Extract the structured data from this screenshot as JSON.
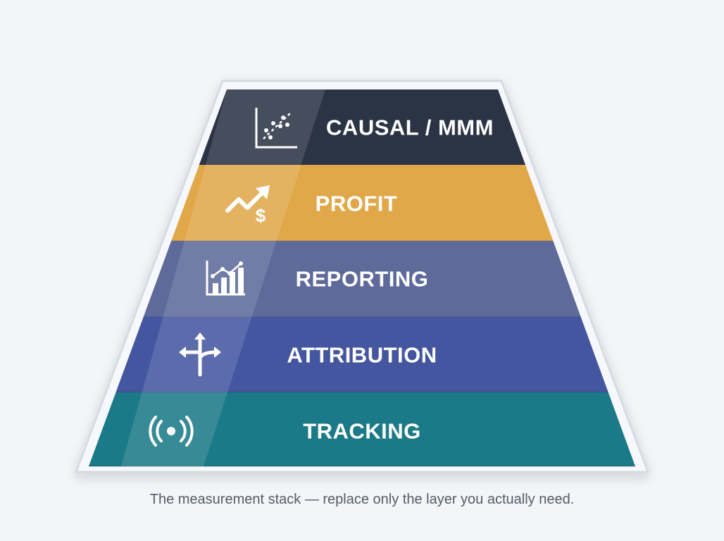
{
  "layers": [
    {
      "label": "CAUSAL / MMM",
      "icon": "scatter-plot-icon",
      "color": "#2b3445"
    },
    {
      "label": "PROFIT",
      "icon": "profit-trend-icon",
      "color": "#e1a84a"
    },
    {
      "label": "REPORTING",
      "icon": "bar-chart-icon",
      "color": "#5d6a9a"
    },
    {
      "label": "ATTRIBUTION",
      "icon": "split-arrows-icon",
      "color": "#4456a0"
    },
    {
      "label": "TRACKING",
      "icon": "broadcast-icon",
      "color": "#1b7a87"
    }
  ],
  "caption": "The measurement stack — replace only the layer you actually need."
}
